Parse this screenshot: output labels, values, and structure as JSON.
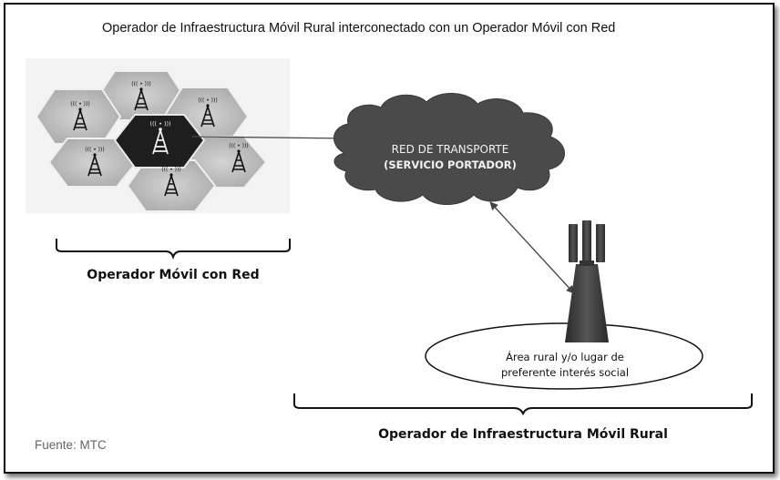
{
  "title": "Operador de Infraestructura Móvil Rural interconectado con un Operador Móvil con Red",
  "cells_label": "Operador Móvil con Red",
  "cloud": {
    "line1": "RED DE TRANSPORTE",
    "line2": "(SERVICIO PORTADOR)"
  },
  "rural_area": {
    "line1": "Área rural y/o lugar de",
    "line2": "preferente interés social"
  },
  "rural_operator_label": "Operador de Infraestructura Móvil Rural",
  "source": "Fuente: MTC",
  "colors": {
    "cell_light": "#bdbdbd",
    "cell_dark": "#1e1e1e",
    "cloud": "#4a4a4a",
    "tower": "#3c3c3c"
  },
  "icons": [
    "cell-tower-icon",
    "radio-wave-icon",
    "antenna-mast-icon"
  ]
}
